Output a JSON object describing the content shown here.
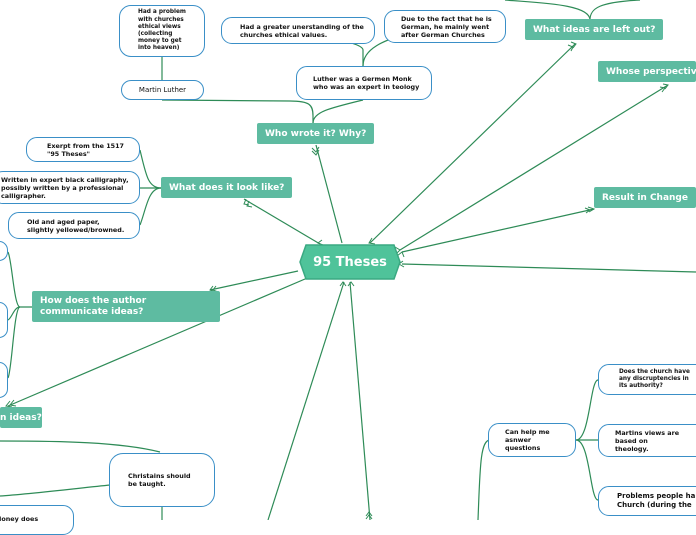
{
  "central": {
    "label": "95 Theses"
  },
  "topics": {
    "left_out": "What ideas are left out?",
    "perspective": "Whose perspective",
    "result": "Result in Change",
    "who_wrote": "Who wrote it? Why?",
    "look_like": "What does it look like?",
    "communicate": "How does the author communicate ideas?",
    "ideas": "n ideas?"
  },
  "leaves": {
    "problem_ethical": "Had a problem\nwith churches\nethical views\n(collecting\nmoney to get\ninto heaven)",
    "martin_luther": "Martin Luther",
    "greater_understanding": "Had a greater unerstanding of the\nchurches ethical values.",
    "german": "Due to the fact that he is\nGerman, he mainly went\nafter German Churches",
    "monk": "Luther was a Germen Monk\nwho was an expert in teology",
    "exerpt": "Exerpt from the 1517\n\"95 Theses\"",
    "calligraphy": "Written in expert black calligraphy,\npossibly written by a professional\ncalligrapher.",
    "paper": "Old and aged paper,\nslightly yellowed/browned.",
    "christians": "Christains should\nbe taught.",
    "money": "Money does",
    "answer_questions": "Can help me\nasnwer\nquestions",
    "discrepancies": "Does the church have\nany discruptencies in\nits authority?",
    "martins_views": "Martins views are\nbased on\ntheology.",
    "problems_people": "Problems people ha\nChurch (during  the"
  },
  "colors": {
    "topic_fill": "#5ebba1",
    "central_fill": "#4fc39a",
    "line": "#2e8b57",
    "leaf_border": "#3a8fc7"
  }
}
